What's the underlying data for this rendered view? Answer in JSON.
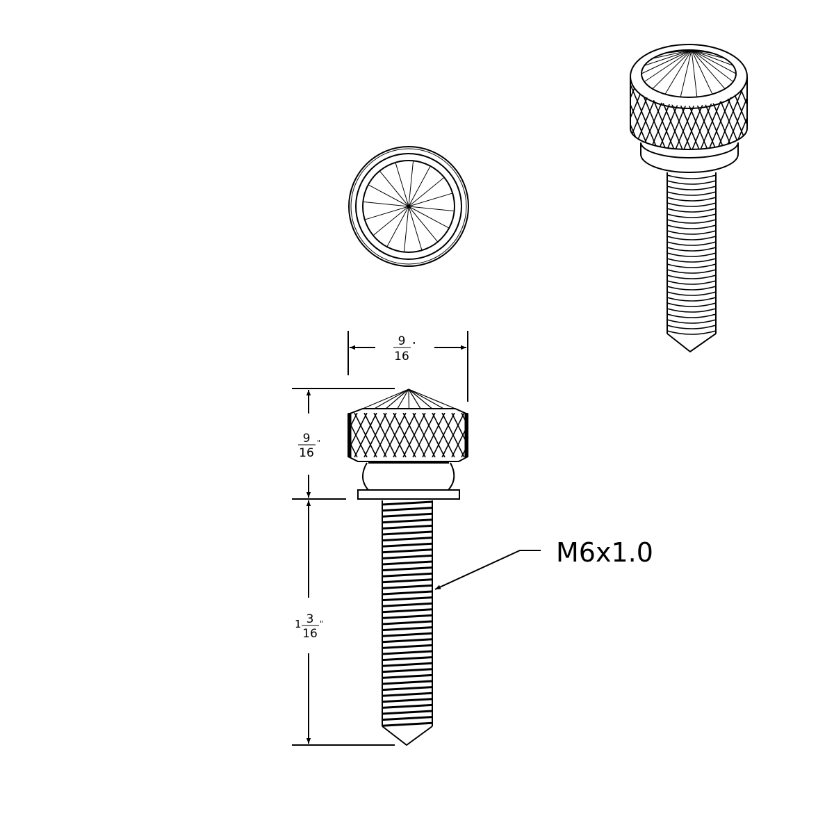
{
  "dimensions": {
    "head_width": {
      "num": "9",
      "den": "16",
      "unit": "\""
    },
    "head_height": {
      "num": "9",
      "den": "16",
      "unit": "\""
    },
    "shank_length": {
      "whole": "1",
      "num": "3",
      "den": "16",
      "unit": "\""
    }
  },
  "callout": {
    "thread": "M6x1.0"
  },
  "colors": {
    "line": "#000000",
    "background": "#ffffff"
  }
}
